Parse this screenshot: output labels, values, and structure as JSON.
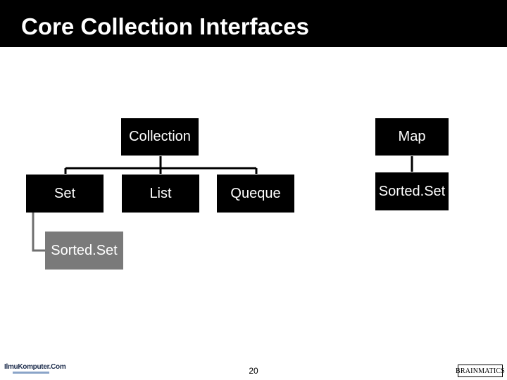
{
  "slide": {
    "title": "Core Collection Interfaces",
    "page_number": "20"
  },
  "diagram": {
    "nodes": {
      "collection": "Collection",
      "map": "Map",
      "set": "Set",
      "list": "List",
      "queue": "Queque",
      "sorted_set_map": "Sorted.Set",
      "sorted_set_set": "Sorted.Set"
    },
    "colors": {
      "node": "#000000",
      "node_text": "#ffffff",
      "sub_node": "#7a7a7a"
    }
  },
  "logos": {
    "left": "IlmuKomputer.Com",
    "right": "BRAINMATICS"
  }
}
